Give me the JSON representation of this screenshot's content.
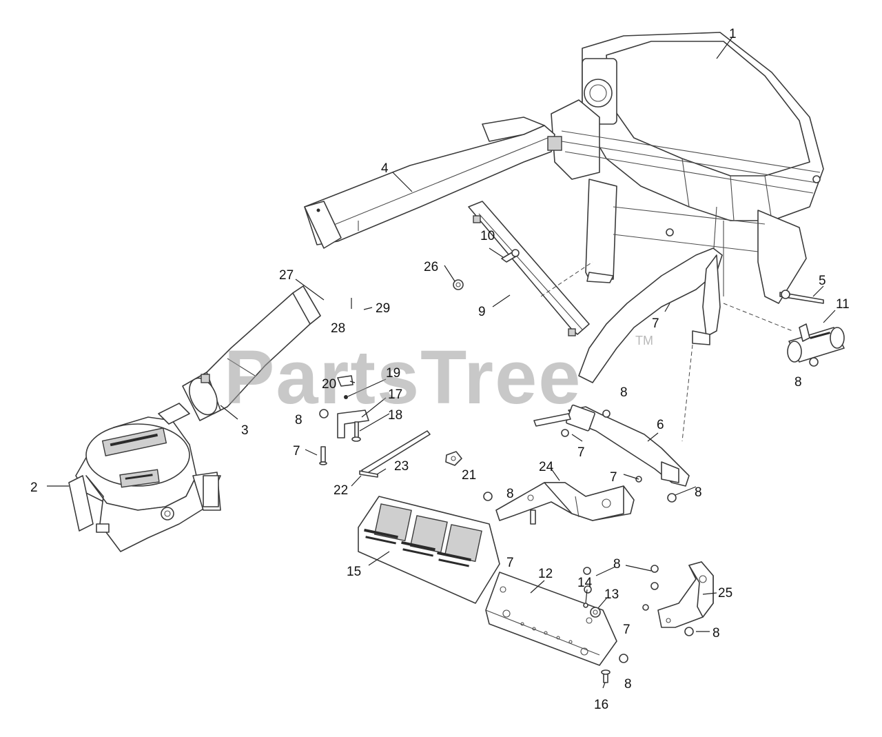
{
  "watermark": {
    "brand": "PartsTree",
    "trademark": "TM"
  },
  "callouts": {
    "c1": "1",
    "c2": "2",
    "c3": "3",
    "c4": "4",
    "c5": "5",
    "c6": "6",
    "c7a": "7",
    "c7b": "7",
    "c7c": "7",
    "c7d": "7",
    "c7e": "7",
    "c7f": "7",
    "c8a": "8",
    "c8b": "8",
    "c8c": "8",
    "c8d": "8",
    "c8e": "8",
    "c8f": "8",
    "c8g": "8",
    "c8h": "8",
    "c9": "9",
    "c10": "10",
    "c11": "11",
    "c12": "12",
    "c13": "13",
    "c14": "14",
    "c15": "15",
    "c16": "16",
    "c17": "17",
    "c18": "18",
    "c19": "19",
    "c20": "20",
    "c21": "21",
    "c22": "22",
    "c23": "23",
    "c24": "24",
    "c25": "25",
    "c26": "26",
    "c27": "27",
    "c28": "28",
    "c29": "29"
  }
}
